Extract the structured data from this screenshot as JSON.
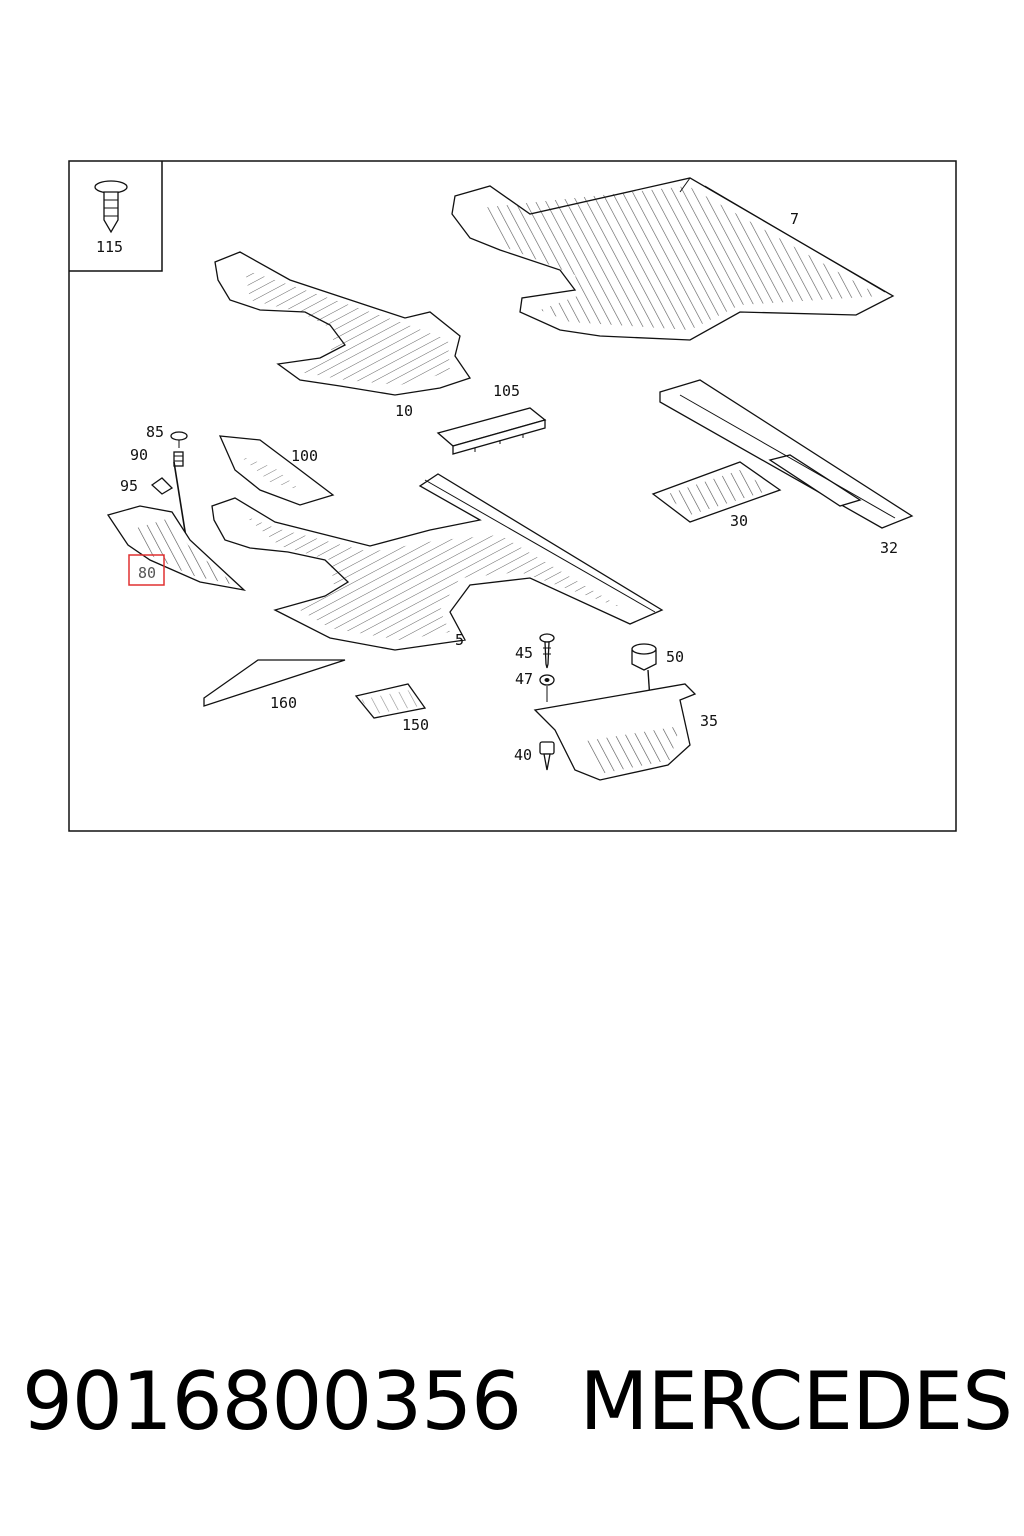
{
  "diagram": {
    "inset_label": "115",
    "callouts": {
      "c7": "7",
      "c10": "10",
      "c105": "105",
      "c85": "85",
      "c90": "90",
      "c95": "95",
      "c100": "100",
      "c80": "80",
      "c5": "5",
      "c30": "30",
      "c32": "32",
      "c45": "45",
      "c47": "47",
      "c50": "50",
      "c35": "35",
      "c40": "40",
      "c160": "160",
      "c150": "150"
    },
    "highlight_color": "#e03030"
  },
  "caption": {
    "part_number": "9016800356",
    "brand": "MERCEDES"
  }
}
